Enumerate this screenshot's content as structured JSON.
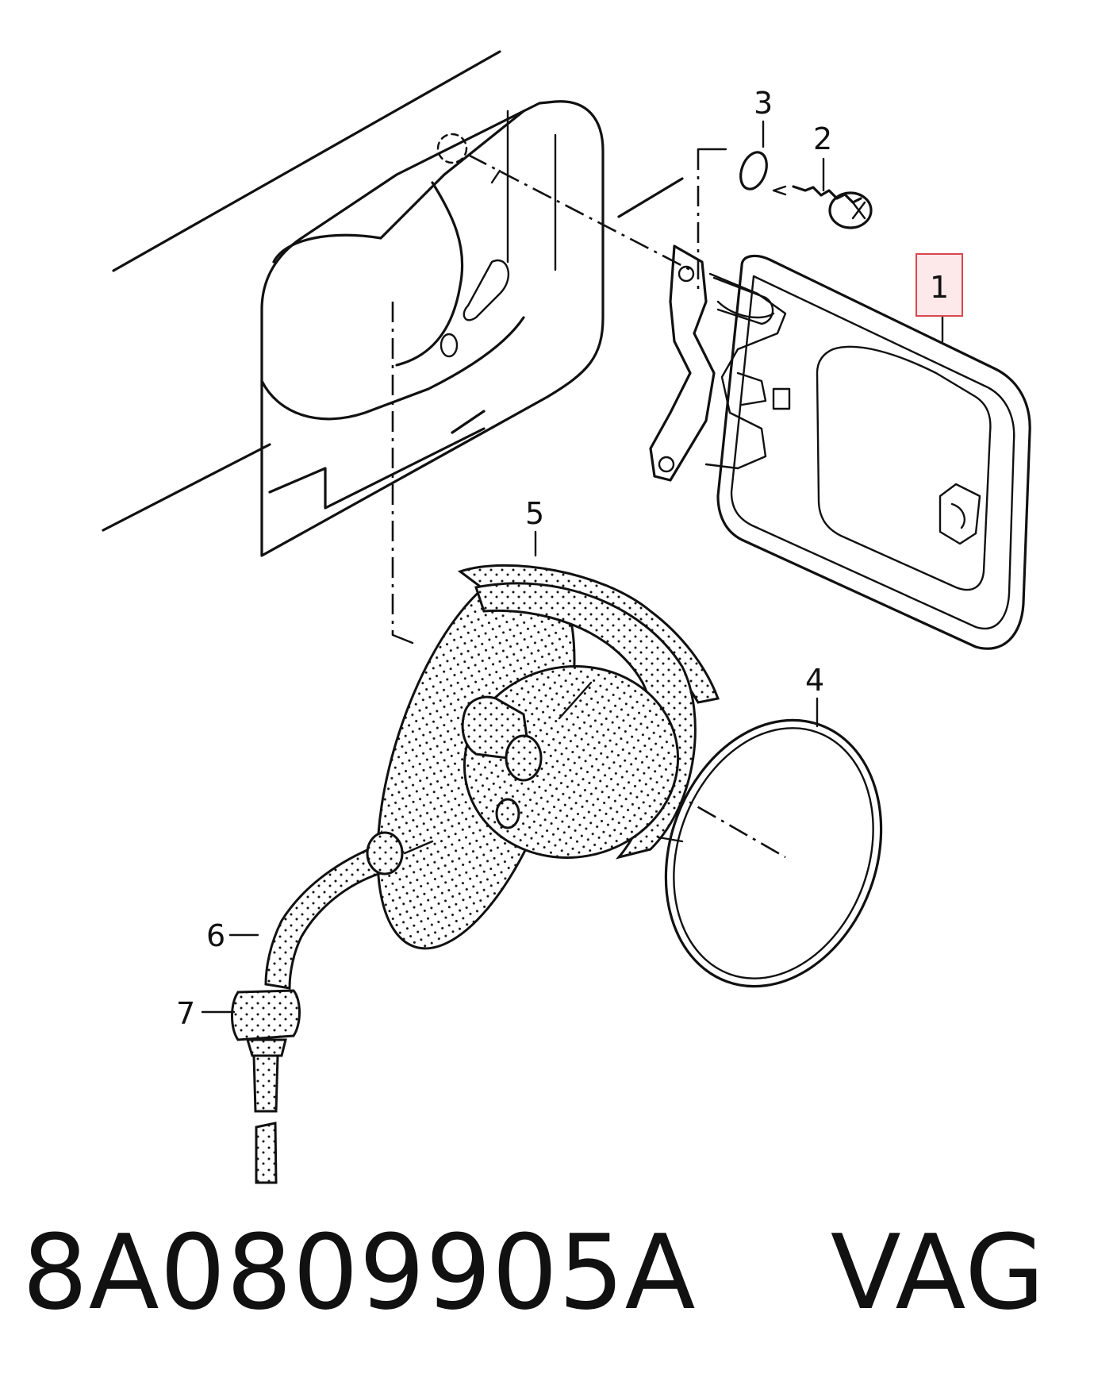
{
  "callouts": {
    "c1": "1",
    "c2": "2",
    "c3": "3",
    "c4": "4",
    "c5": "5",
    "c6": "6",
    "c7": "7"
  },
  "caption": {
    "part_number": "8A0809905A",
    "brand": "VAG",
    "text": "8A0809905A    VAG"
  },
  "colors": {
    "ink": "#111111",
    "highlight_border": "#d9474f",
    "highlight_fill": "#fde8ea",
    "background": "#ffffff"
  }
}
